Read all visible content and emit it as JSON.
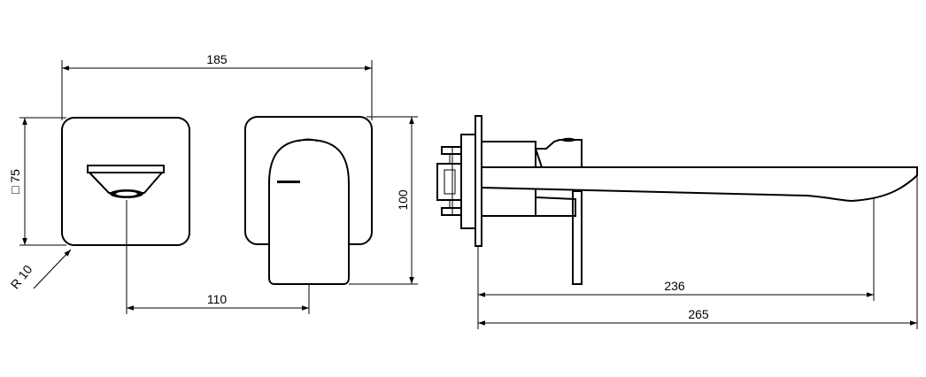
{
  "front_view": {
    "width_dimension": "185",
    "height_dimension": "100",
    "plate_dimension": "□ 75",
    "corner_radius": "R 10",
    "center_distance": "110"
  },
  "side_view": {
    "outlet_projection": "236",
    "overall_length": "265"
  }
}
